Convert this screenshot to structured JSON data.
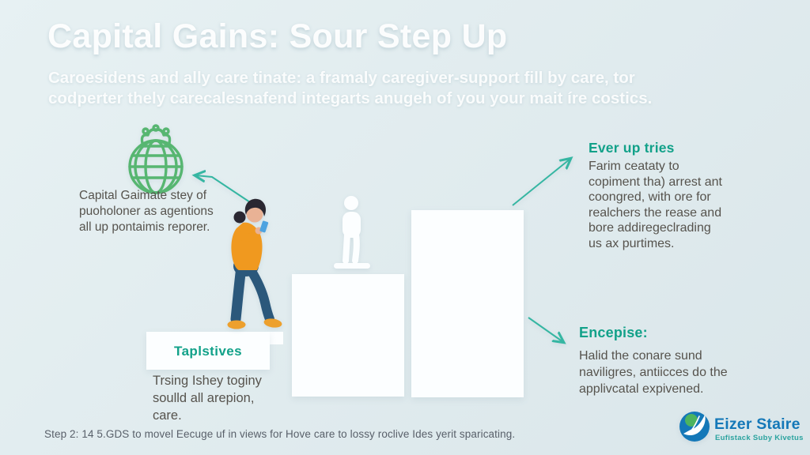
{
  "palette": {
    "bg-top": "#e7f1f3",
    "bg-mid": "#e0ebee",
    "bg-bottom": "#dae6ea",
    "white": "#fcfeff",
    "teal": "#35b6a2",
    "green": "#57b671",
    "heading-teal": "#12a189",
    "body-text": "#56534d",
    "footer-text": "#59606a",
    "title-white": "rgba(255,255,255,0.93)",
    "subtitle-white": "rgba(255,255,255,0.88)",
    "orange": "#f0991f",
    "jeans": "#2b587b",
    "skin": "#e9b295",
    "hair": "#2a2731",
    "phone-blue": "#4da3e0",
    "shoe": "#eda02d",
    "logo-blue": "#1478b8",
    "logo-green": "#4cb35e",
    "logo-tagline": "#2ba39f"
  },
  "icons": {
    "globe-crown-icon": "green wireframe globe with crown",
    "person-silhouette-icon": "white standing figure on pedestal",
    "woman-phone-illustration": "woman in orange sweater looking at phone",
    "callout-arrow-icon": "thin teal arrow line",
    "logo-mark-icon": "blue circle with green dot and white swoosh"
  },
  "header": {
    "title": "Capital Gains: Sour Step Up",
    "subtitle_line1": "Caroesidens and ally care tinate: a framaly caregiver-support fill by care, tor",
    "subtitle_line2": "codperter thely carecalesnafend integarts anugeh of you your mait íre costics."
  },
  "globe_caption": {
    "lines": [
      "Capital Gaimate stey of",
      "puoholoner as agentions",
      "all up pontaimis reporer."
    ]
  },
  "step_label": {
    "heading": "Taplstives",
    "lines": [
      "Trsing Ishey toginy",
      "soulld all arepion,",
      "care."
    ]
  },
  "callout_top_right": {
    "heading": "Ever up tries",
    "lines": [
      "Farim ceataty to",
      "copiment tha) arrest ant",
      "coongred, with ore for",
      "realchers the rease and",
      "bore addiregeclrading",
      "us ax purtimes."
    ]
  },
  "callout_bottom_right": {
    "heading": "Encepise:",
    "lines": [
      "Halid the conare sund",
      "naviligres, antiicces do the",
      "applivcatal expivened."
    ]
  },
  "footer": {
    "text": "Step 2: 14 5.GDS to movel Eecuge uf in views for Hove care to lossy roclive Ides yerit sparicating."
  },
  "logo": {
    "name": "Eizer Staire",
    "tagline": "Eufistack Suby Kivetus"
  }
}
